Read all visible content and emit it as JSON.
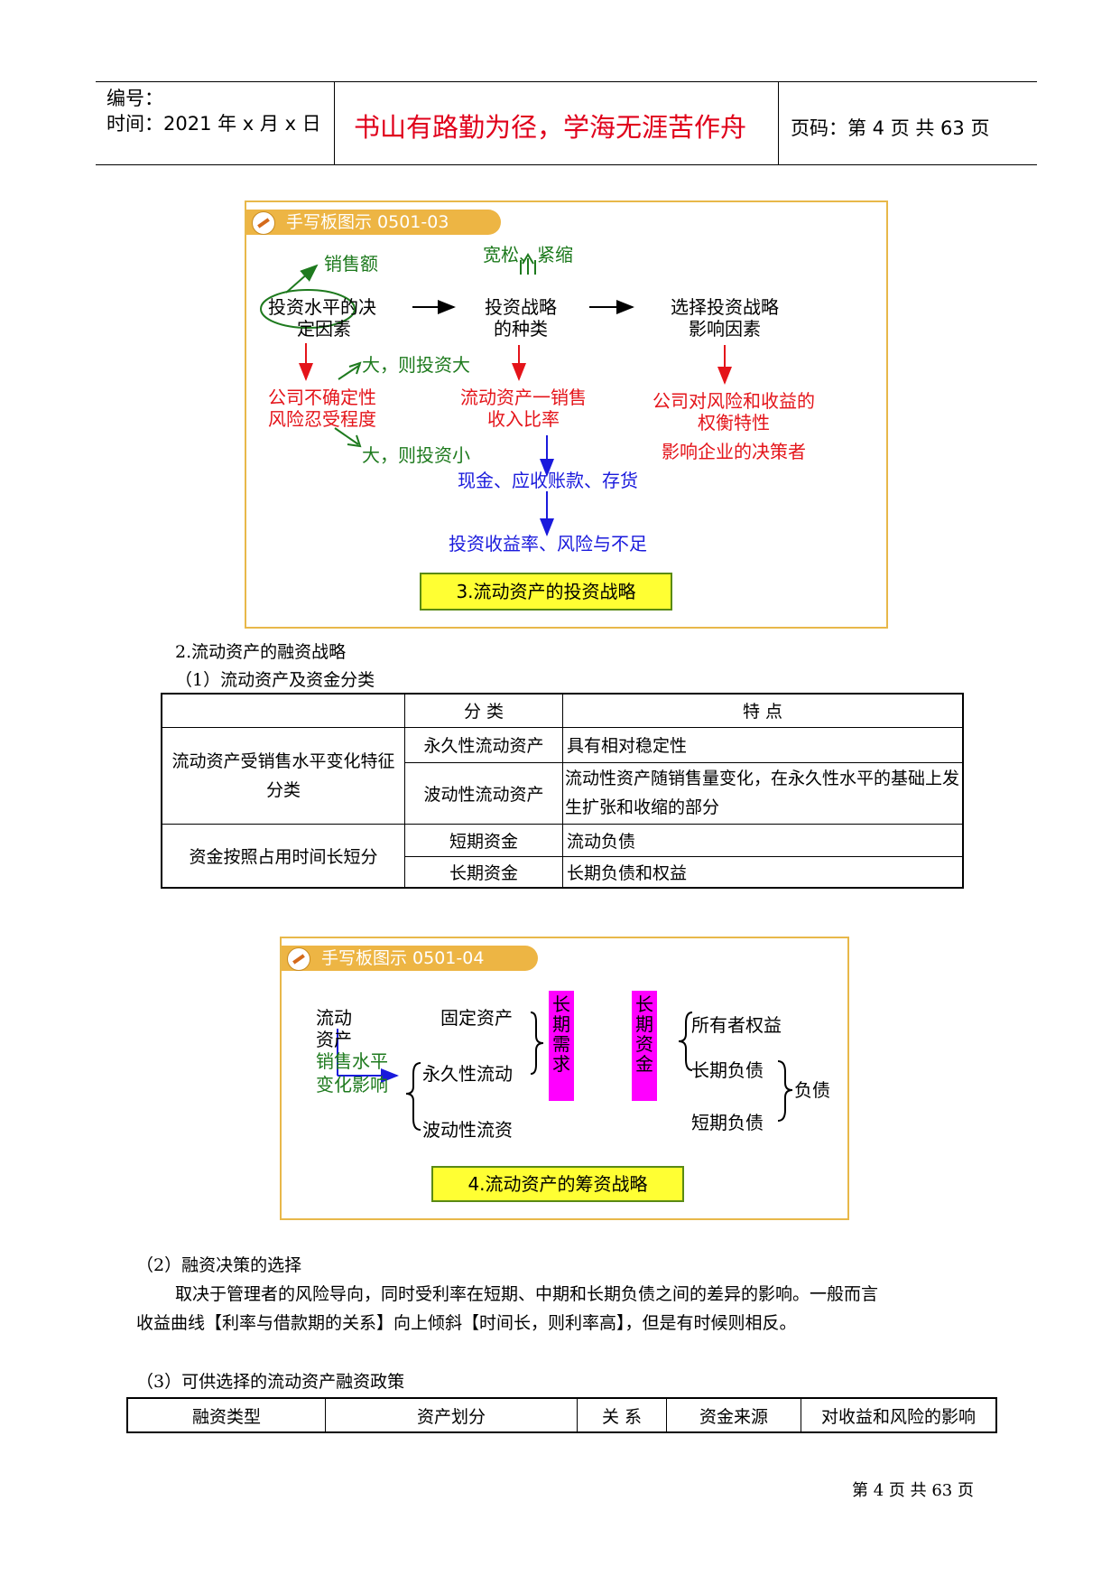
{
  "header": {
    "number_label": "编号：",
    "time_label": "时间：2021 年 x 月 x 日",
    "motto": "书山有路勤为径，学海无涯苦作舟",
    "page_label": "页码：第 4 页  共 63 页"
  },
  "figure1": {
    "tab": "手写板图示 0501-03",
    "sales": "销售额",
    "determinants_1": "投资水平的决",
    "determinants_2": "定因素",
    "strategy_types_1": "投资战略",
    "strategy_types_2": "的种类",
    "choose_factors_1": "选择投资战略",
    "choose_factors_2": "影响因素",
    "loose_tight": "宽松、紧缩",
    "big_then_big": "大，则投资大",
    "uncertainty_1": "公司不确定性",
    "uncertainty_2": "风险忍受程度",
    "big_then_small": "大，则投资小",
    "ratio_1": "流动资产一销售",
    "ratio_2": "收入比率",
    "risk_return_1": "公司对风险和收益的",
    "risk_return_2": "权衡特性",
    "decision_maker": "影响企业的决策者",
    "cash_etc": "现金、应收账款、存货",
    "return_risk": "投资收益率、风险与不足",
    "caption": "3.流动资产的投资战略"
  },
  "section2_title": "2.流动资产的融资战略",
  "section2_1_title": "（1）流动资产及资金分类",
  "table1": {
    "headers": [
      "",
      "分    类",
      "特    点"
    ],
    "group1": "流动资产受销售水平变化特征分类",
    "row1_type": "永久性流动资产",
    "row1_feature": "具有相对稳定性",
    "row2_type": "波动性流动资产",
    "row2_feature": "流动性资产随销售量变化，在永久性水平的基础上发生扩张和收缩的部分",
    "group2": "资金按照占用时间长短分",
    "row3_type": "短期资金",
    "row3_feature": "流动负债",
    "row4_type": "长期资金",
    "row4_feature": "长期负债和权益"
  },
  "figure2": {
    "tab": "手写板图示 0501-04",
    "current_assets_1": "流动",
    "current_assets_2": "资产",
    "sales_level_1": "销售水平",
    "sales_level_2": "变化影响",
    "fixed_assets": "固定资产",
    "permanent": "永久性流动",
    "fluctuating": "波动性流资",
    "long_need": "长期需求",
    "long_fund": "长期资金",
    "equity": "所有者权益",
    "long_debt": "长期负债",
    "short_debt": "短期负债",
    "debt": "负债",
    "caption": "4.流动资产的筹资战略"
  },
  "section2_2_title": "（2）融资决策的选择",
  "para_line1": "取决于管理者的风险导向，同时受利率在短期、中期和长期负债之间的差异的影响。一般而言",
  "para_line2": "收益曲线【利率与借款期的关系】向上倾斜【时间长，则利率高】，但是有时候则相反。",
  "section2_3_title": "（3）可供选择的流动资产融资政策",
  "table2": {
    "headers": [
      "融资类型",
      "资产划分",
      "关    系",
      "资金来源",
      "对收益和风险的影响"
    ]
  },
  "footer": "第 4 页 共 63 页"
}
